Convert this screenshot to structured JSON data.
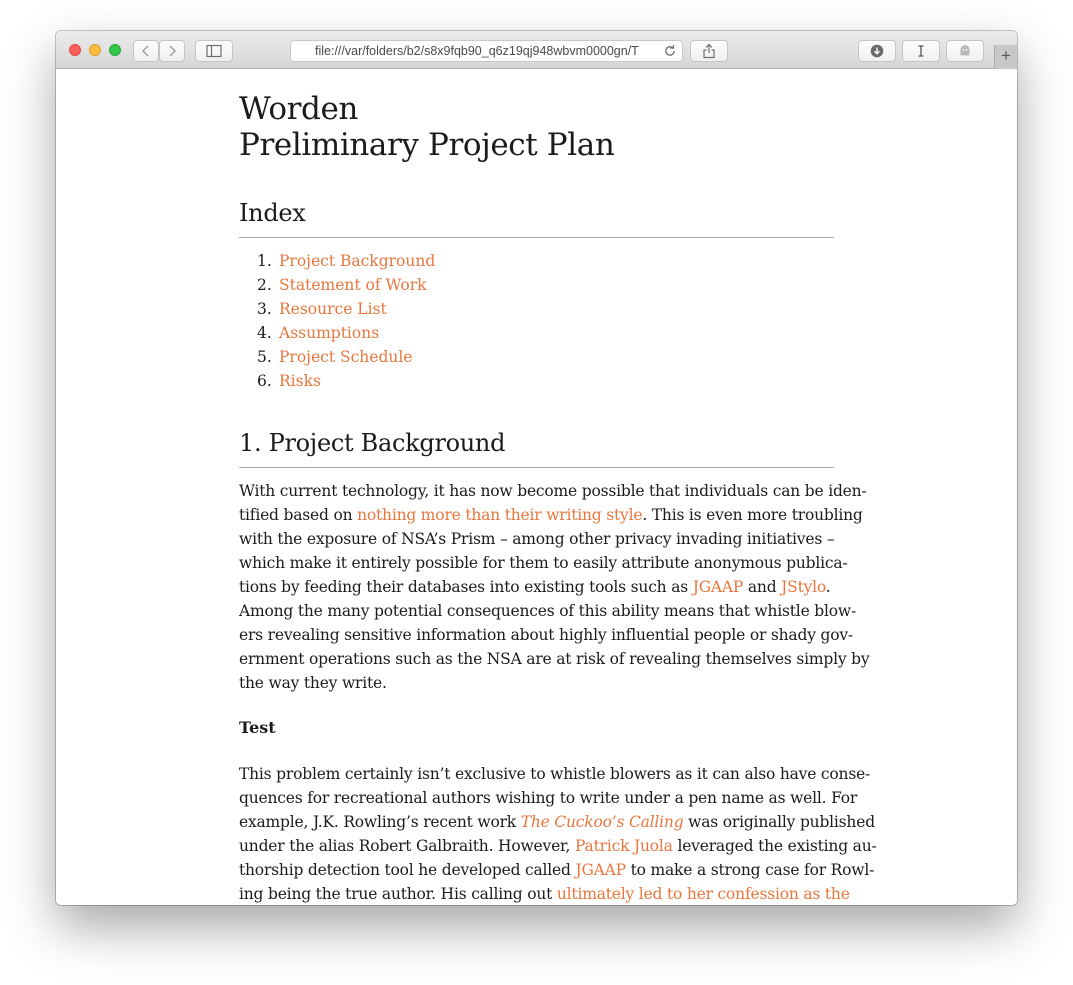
{
  "browser": {
    "url": "file:///var/folders/b2/s8x9fqb90_q6z19qj948wbvm0000gn/T"
  },
  "doc": {
    "title_line1": "Worden",
    "title_line2": "Preliminary Project Plan",
    "index_heading": "Index",
    "toc": [
      {
        "num": "1.",
        "label": "Project Background"
      },
      {
        "num": "2.",
        "label": "Statement of Work"
      },
      {
        "num": "3.",
        "label": "Resource List"
      },
      {
        "num": "4.",
        "label": "Assumptions"
      },
      {
        "num": "5.",
        "label": "Project Schedule"
      },
      {
        "num": "6.",
        "label": "Risks"
      }
    ],
    "section1_heading": "1. Project Background",
    "p1": {
      "l1": "With current technology, it has now become possible that individuals can be iden-",
      "l2a": "tified based on ",
      "l2_link": "nothing more than their writing style",
      "l2b": ". This is even more troubling",
      "l3": "with the exposure of NSA’s Prism – among other privacy invading initiatives –",
      "l4": "which make it entirely possible for them to easily attribute anonymous publica-",
      "l5a": "tions by feeding their databases into existing tools such as ",
      "l5_link1": "JGAAP",
      "l5b": " and ",
      "l5_link2": "JStylo",
      "l5c": ".",
      "l6": "Among the many potential consequences of this ability means that whistle blow-",
      "l7": "ers revealing sensitive information about highly influential people or shady gov-",
      "l8": "ernment operations such as the NSA are at risk of revealing themselves simply by",
      "l9": "the way they write."
    },
    "subheading": "Test",
    "p2": {
      "l1": "This problem certainly isn’t exclusive to whistle blowers as it can also have conse-",
      "l2": "quences for recreational authors wishing to write under a pen name as well. For",
      "l3a": "example, J.K. Rowling’s recent work ",
      "l3_link": "The Cuckoo’s Calling",
      "l3b": " was originally published",
      "l4a": "under the alias Robert Galbraith. However, ",
      "l4_link": "Patrick Juola",
      "l4b": " leveraged the existing au-",
      "l5a": "thorship detection tool he developed called ",
      "l5_link": "JGAAP",
      "l5b": " to make a strong case for Rowl-",
      "l6a": "ing being the true author. His calling out ",
      "l6_link": "ultimately led to her confession as the"
    }
  },
  "colors": {
    "link": "#e8763d",
    "text": "#1b1b1b",
    "rule": "#a9a9a9"
  }
}
